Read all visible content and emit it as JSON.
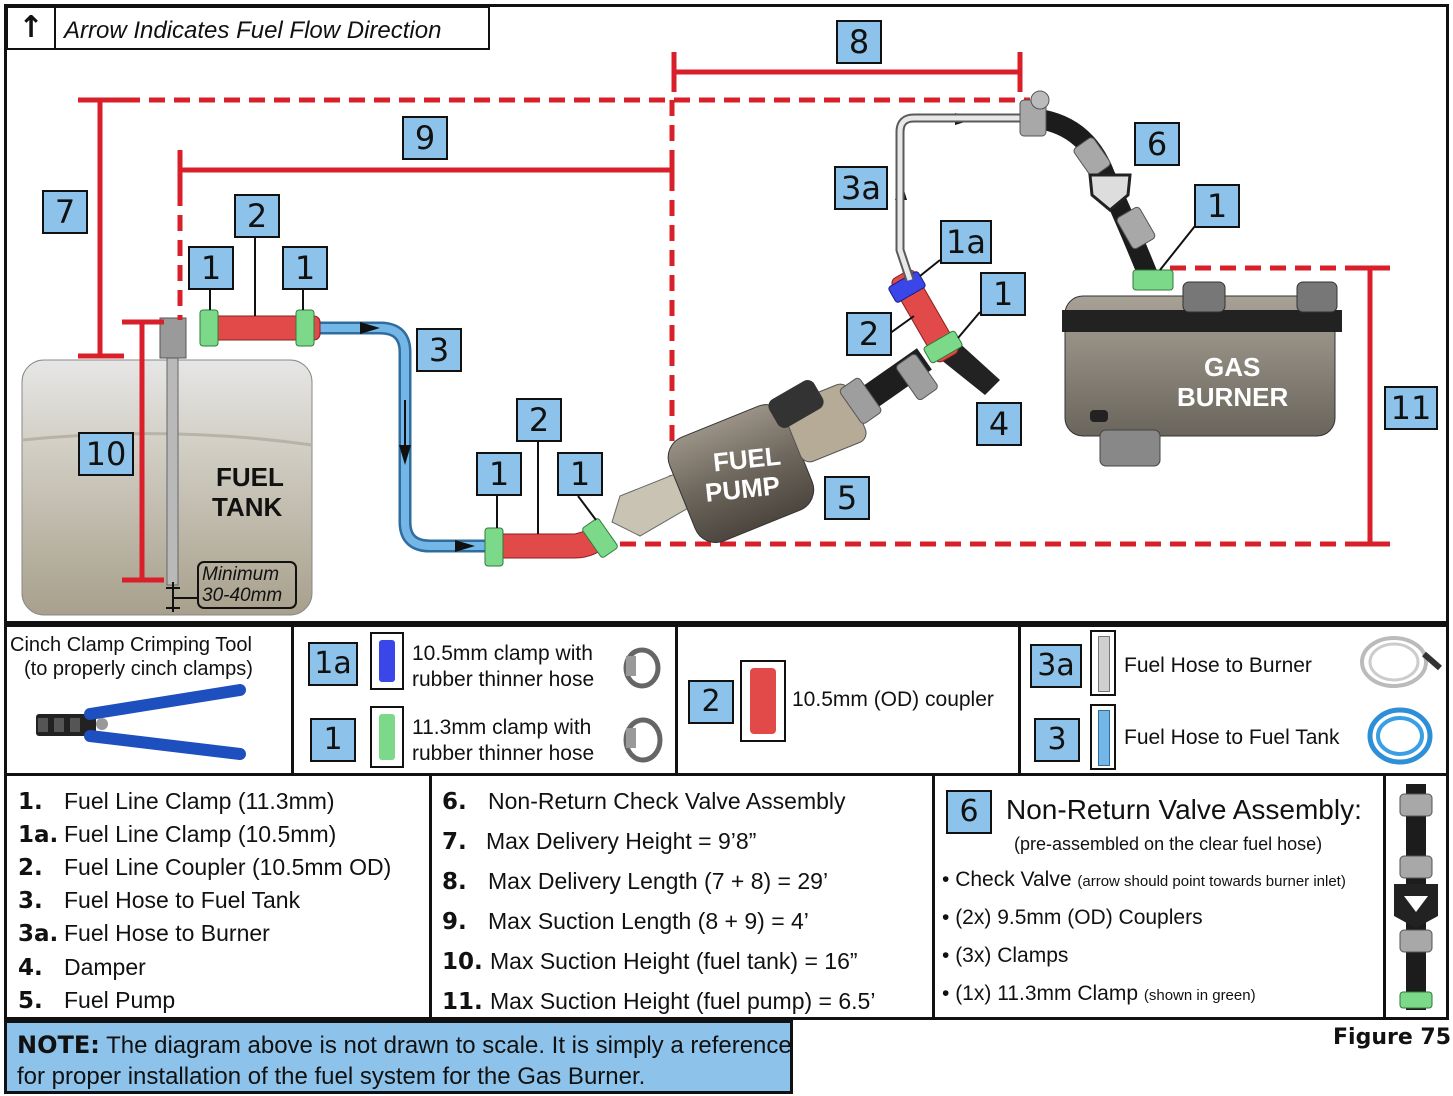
{
  "flow_note": "Arrow Indicates Fuel Flow Direction",
  "figure_label": "Figure 75",
  "diagram": {
    "callouts": {
      "c7": "7",
      "c9": "9",
      "c8": "8",
      "c2a": "2",
      "c1a": "1",
      "c1b": "1",
      "c3": "3",
      "c10": "10",
      "c2b": "2",
      "c1c": "1",
      "c1d": "1",
      "c5": "5",
      "c3a": "3a",
      "c1e": "1a",
      "c1f": "1",
      "c2c": "2",
      "c4": "4",
      "c6": "6",
      "c1g": "1",
      "c11": "11"
    },
    "fuel_tank_line1": "FUEL",
    "fuel_tank_line2": "TANK",
    "fuel_pump_line1": "FUEL",
    "fuel_pump_line2": "PUMP",
    "gas_burner_line1": "GAS",
    "gas_burner_line2": "BURNER",
    "minimum_line1": "Minimum",
    "minimum_line2": "30-40mm"
  },
  "parts_row": {
    "tool_title_line1": "Cinch Clamp Crimping Tool",
    "tool_title_line2": "(to properly cinch clamps)",
    "clamp_1a_label": "1a",
    "clamp_1a_text_line1": "10.5mm clamp with",
    "clamp_1a_text_line2": "rubber thinner hose",
    "clamp_1_label": "1",
    "clamp_1_text_line1": "11.3mm clamp with",
    "clamp_1_text_line2": "rubber thinner hose",
    "coupler_label": "2",
    "coupler_text": "10.5mm (OD) coupler",
    "hose_3a_label": "3a",
    "hose_3a_text": "Fuel Hose to Burner",
    "hose_3_label": "3",
    "hose_3_text": "Fuel Hose to Fuel Tank"
  },
  "legend_left": [
    {
      "num": "1.",
      "text": "Fuel Line Clamp",
      "note": "(11.3mm)"
    },
    {
      "num": "1a.",
      "text": "Fuel Line Clamp",
      "note": "(10.5mm)"
    },
    {
      "num": "2.",
      "text": "Fuel Line Coupler",
      "note": "(10.5mm OD)"
    },
    {
      "num": "3.",
      "text": "Fuel Hose to Fuel Tank",
      "note": ""
    },
    {
      "num": "3a.",
      "text": "Fuel Hose to Burner",
      "note": ""
    },
    {
      "num": "4.",
      "text": "Damper",
      "note": ""
    },
    {
      "num": "5.",
      "text": "Fuel Pump",
      "note": ""
    }
  ],
  "legend_mid": [
    {
      "num": "6.",
      "text": "Non-Return Check Valve Assembly"
    },
    {
      "num": "7.",
      "text": "Max Delivery Height = 9’8”"
    },
    {
      "num": "8.",
      "text": "Max Delivery Length (7 + 8) = 29’"
    },
    {
      "num": "9.",
      "text": "Max Suction Length (8 + 9) = 4’"
    },
    {
      "num": "10.",
      "text": "Max Suction Height (fuel tank) = 16”"
    },
    {
      "num": "11.",
      "text": "Max Suction Height (fuel pump) = 6.5’"
    }
  ],
  "valve_panel": {
    "label": "6",
    "title": "Non-Return Valve Assembly:",
    "subtitle": "(pre-assembled on the clear fuel hose)",
    "bullets": [
      {
        "text": "Check Valve",
        "note": "(arrow should point towards burner inlet)"
      },
      {
        "text": "(2x) 9.5mm (OD) Couplers",
        "note": ""
      },
      {
        "text": "(3x) Clamps",
        "note": ""
      },
      {
        "text": "(1x) 11.3mm Clamp",
        "note": "(shown in green)"
      }
    ]
  },
  "note": {
    "prefix": "NOTE:",
    "line1": "The diagram above is not drawn to scale. It is simply a reference",
    "line2": "for proper installation of the fuel system for the Gas Burner."
  },
  "colors": {
    "callout_fill": "#8dc3ea",
    "dimension_red": "#d9202a",
    "coupler_red": "#e24a4a",
    "clamp_green": "#7dd98a",
    "clamp_blue": "#3a46e8",
    "hose_blue": "#6aaee0",
    "note_fill": "#8dc3ea"
  }
}
